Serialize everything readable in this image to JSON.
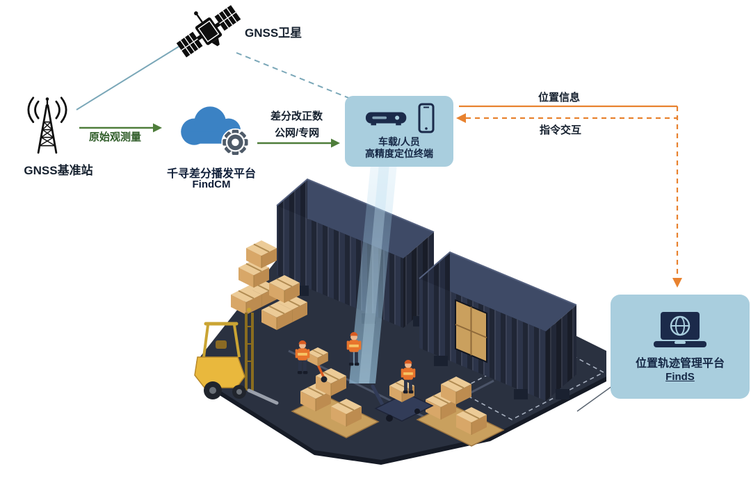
{
  "colors": {
    "teal_line": "#7aa7b8",
    "green_arrow": "#4e7d3a",
    "orange_arrow": "#e8822f",
    "panel_blue": "#a9cede",
    "navy_text": "#142644",
    "cloud_blue": "#3b82c4",
    "gear_slate": "#4e5a68",
    "scene_dark": "#2a3140",
    "box_tan": "#d8a768",
    "forklift_yellow": "#e9b83d"
  },
  "satellite": {
    "label": "GNSS卫星",
    "icon": "satellite-icon"
  },
  "base_station": {
    "label": "GNSS基准站",
    "icon": "radio-tower-icon"
  },
  "cloud_platform": {
    "title": "千寻差分播发平台",
    "subtitle": "FindCM",
    "icon": "cloud-gear-icon"
  },
  "terminal": {
    "line1": "车载/人员",
    "line2": "高精度定位终端",
    "icons": [
      "receiver-icon",
      "smartphone-icon"
    ]
  },
  "track_platform": {
    "title": "位置轨迹管理平台",
    "subtitle": "FindS",
    "icon": "laptop-globe-icon"
  },
  "links": {
    "raw_observation": "原始观测量",
    "diff_correction_line1": "差分改正数",
    "diff_correction_line2": "公网/专网",
    "location_info": "位置信息",
    "command_interaction": "指令交互"
  },
  "illustration": "warehouse-yard-with-containers-forklift-workers"
}
